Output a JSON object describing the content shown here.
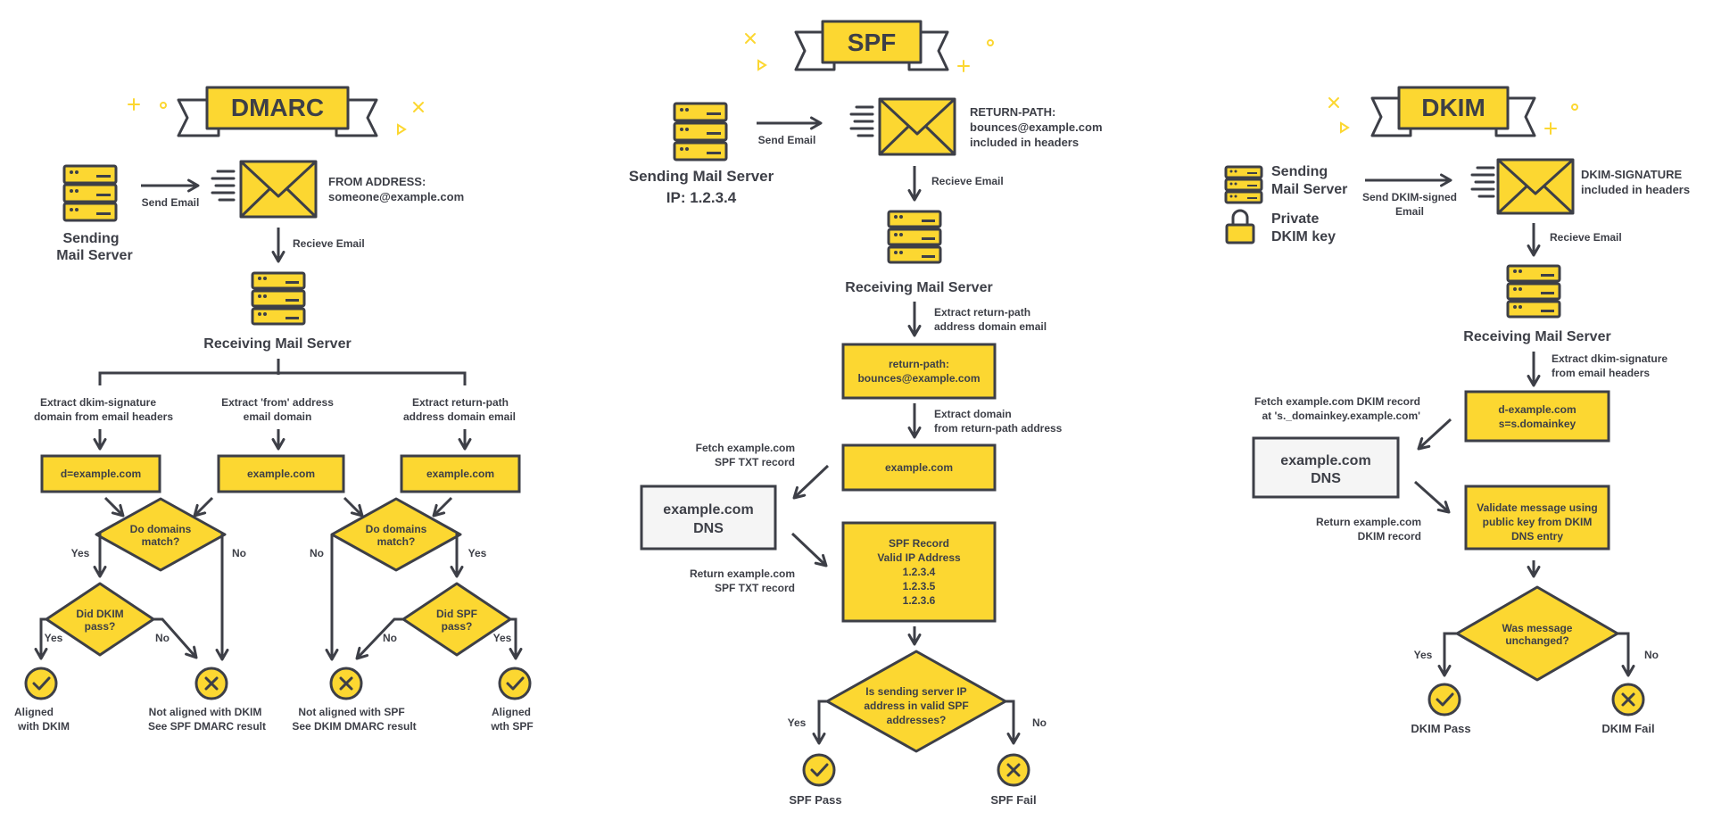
{
  "colors": {
    "accent": "#fcd731",
    "ink": "#3d3f47",
    "dns_fill": "#f5f5f5",
    "background": "#ffffff"
  },
  "dmarc": {
    "title": "DMARC",
    "sending_server_line1": "Sending",
    "sending_server_line2": "Mail Server",
    "send_email": "Send Email",
    "from_address_heading": "FROM ADDRESS:",
    "from_address_value": "someone@example.com",
    "receive_email": "Recieve Email",
    "receiving_server": "Receiving Mail Server",
    "extract_dkim_line1": "Extract dkim-signature",
    "extract_dkim_line2": "domain from email headers",
    "extract_from_line1": "Extract 'from' address",
    "extract_from_line2": "email domain",
    "extract_return_line1": "Extract return-path",
    "extract_return_line2": "address domain email",
    "box_dkim_domain": "d=example.com",
    "box_from_domain": "example.com",
    "box_return_domain": "example.com",
    "decision_left_line1": "Do domains",
    "decision_left_line2": "match?",
    "decision_right_line1": "Do domains",
    "decision_right_line2": "match?",
    "yes_left": "Yes",
    "no_left": "No",
    "no_right": "No",
    "yes_right": "Yes",
    "dkim_pass_line1": "Did DKIM",
    "dkim_pass_line2": "pass?",
    "spf_pass_line1": "Did SPF",
    "spf_pass_line2": "pass?",
    "yes_dkim": "Yes",
    "no_dkim": "No",
    "no_spf": "No",
    "yes_spf": "Yes",
    "aligned_dkim_line1": "Aligned",
    "aligned_dkim_line2": "with DKIM",
    "not_aligned_dkim_line1": "Not aligned with DKIM",
    "not_aligned_dkim_line2": "See SPF DMARC result",
    "not_aligned_spf_line1": "Not aligned with SPF",
    "not_aligned_spf_line2": "See DKIM DMARC result",
    "aligned_spf_line1": "Aligned",
    "aligned_spf_line2": "wth SPF"
  },
  "spf": {
    "title": "SPF",
    "sending_server_line1": "Sending Mail Server",
    "sending_server_line2": "IP: 1.2.3.4",
    "send_email": "Send Email",
    "return_path_heading": "RETURN-PATH:",
    "return_path_value": "bounces@example.com",
    "return_path_note": "included in headers",
    "receive_email": "Recieve Email",
    "receiving_server": "Receiving Mail Server",
    "extract_return_line1": "Extract return-path",
    "extract_return_line2": "address domain email",
    "box_return_path_line1": "return-path:",
    "box_return_path_line2": "bounces@example.com",
    "extract_domain_line1": "Extract domain",
    "extract_domain_line2": "from return-path address",
    "fetch_line1": "Fetch example.com",
    "fetch_line2": "SPF TXT record",
    "box_domain": "example.com",
    "dns_line1": "example.com",
    "dns_line2": "DNS",
    "return_line1": "Return example.com",
    "return_line2": "SPF TXT record",
    "record_lines": [
      "SPF Record",
      "Valid IP Address",
      "1.2.3.4",
      "1.2.3.5",
      "1.2.3.6"
    ],
    "decision_line1": "Is sending server IP",
    "decision_line2": "address in valid SPF",
    "decision_line3": "addresses?",
    "yes": "Yes",
    "no": "No",
    "pass": "SPF Pass",
    "fail": "SPF Fail"
  },
  "dkim": {
    "title": "DKIM",
    "sending_server_line1": "Sending",
    "sending_server_line2": "Mail Server",
    "private_key_line1": "Private",
    "private_key_line2": "DKIM key",
    "send_signed_line1": "Send DKIM-signed",
    "send_signed_line2": "Email",
    "signature_heading": "DKIM-SIGNATURE",
    "signature_note": "included in headers",
    "receive_email": "Recieve Email",
    "receiving_server": "Receiving Mail Server",
    "extract_sig_line1": "Extract dkim-signature",
    "extract_sig_line2": "from email headers",
    "fetch_line1": "Fetch example.com DKIM record",
    "fetch_line2": "at  's._domainkey.example.com'",
    "box_domain_line1": "d-example.com",
    "box_domain_line2": "s=s.domainkey",
    "dns_line1": "example.com",
    "dns_line2": "DNS",
    "return_line1": "Return example.com",
    "return_line2": "DKIM record",
    "validate_line1": "Validate message using",
    "validate_line2": "public key from DKIM",
    "validate_line3": "DNS entry",
    "decision_line1": "Was message",
    "decision_line2": "unchanged?",
    "yes": "Yes",
    "no": "No",
    "pass": "DKIM Pass",
    "fail": "DKIM Fail"
  }
}
